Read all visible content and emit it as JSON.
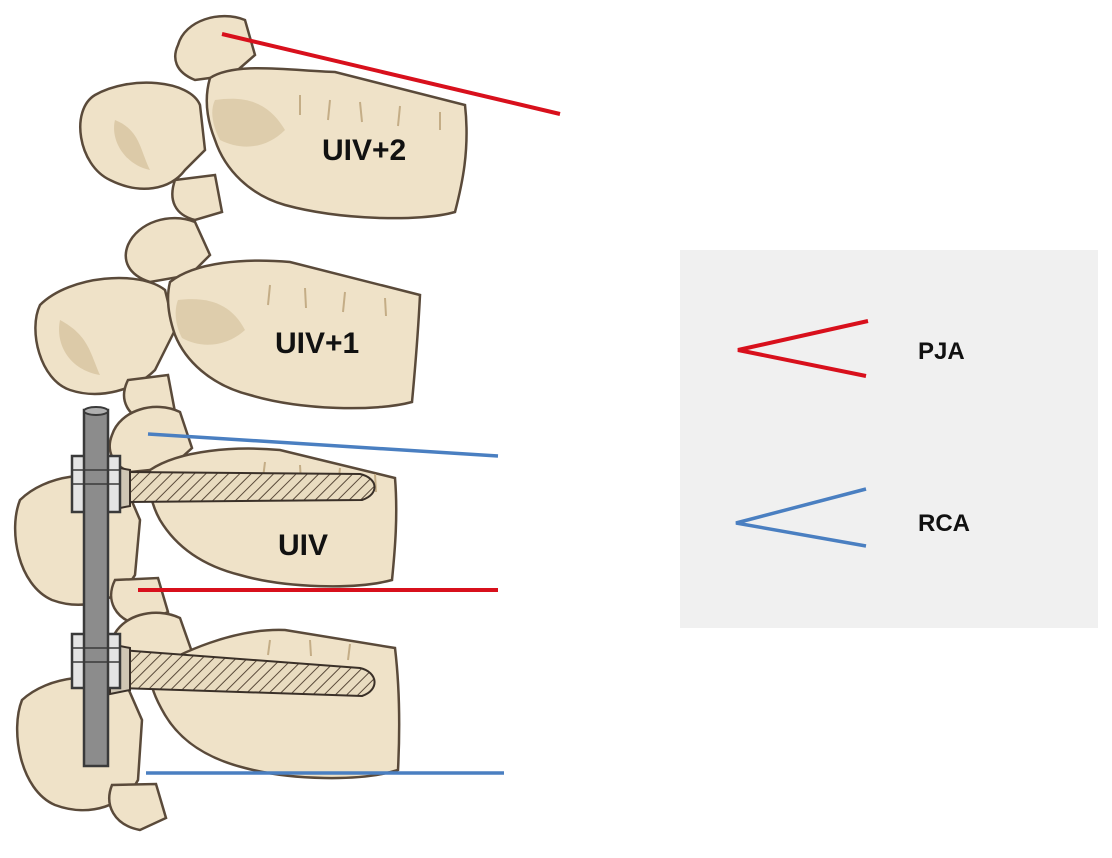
{
  "vertebrae": {
    "uiv_plus_2": "UIV+2",
    "uiv_plus_1": "UIV+1",
    "uiv": "UIV"
  },
  "legend": {
    "pja": {
      "label": "PJA",
      "color": "#d8101c"
    },
    "rca": {
      "label": "RCA",
      "color": "#4a7fc1"
    }
  },
  "colors": {
    "bone": "#efe2c8",
    "bone_shadow": "#cdb894",
    "bone_outline": "#5a4a3a",
    "rod": "#8c8c8c",
    "legend_bg": "#f0f0f0"
  }
}
